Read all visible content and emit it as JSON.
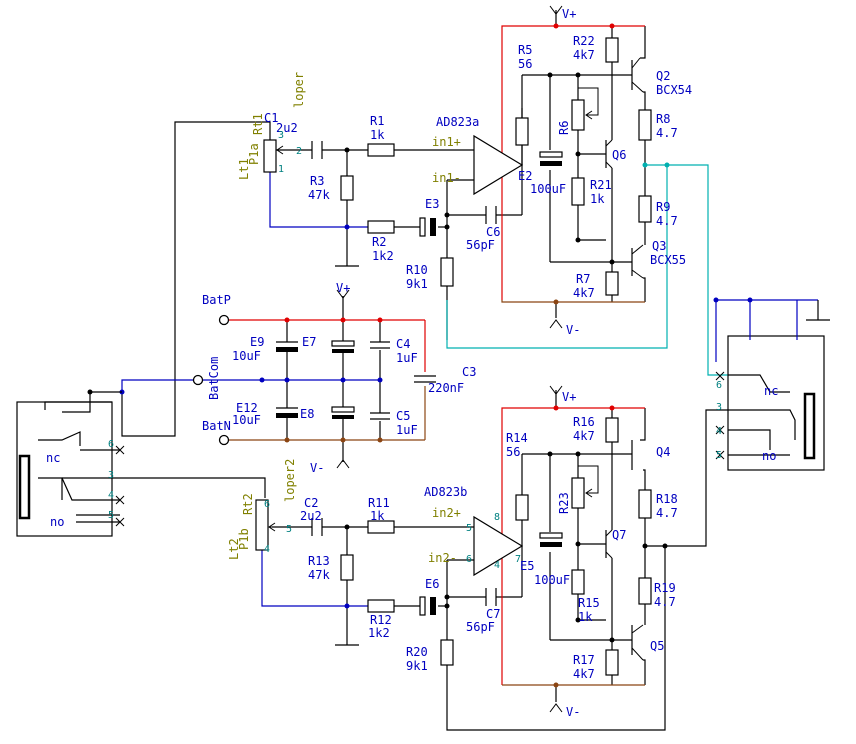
{
  "colors": {
    "wire_black": "#000000",
    "wire_blue": "#0000c0",
    "rail_red": "#e00000",
    "rail_brown": "#8b4513",
    "wire_cyan": "#00b0b0",
    "label_blue": "#0000c0",
    "net_olive": "#808000",
    "pin_teal": "#008080"
  },
  "power": {
    "vpos": "V+",
    "vneg": "V-"
  },
  "battery": {
    "batp": "BatP",
    "batcom": "BatCom",
    "batn": "BatN"
  },
  "parts": {
    "R1": {
      "ref": "R1",
      "value": "1k"
    },
    "R2": {
      "ref": "R2",
      "value": "1k2"
    },
    "R3": {
      "ref": "R3",
      "value": "47k"
    },
    "R5": {
      "ref": "R5",
      "value": "56"
    },
    "R6": {
      "ref": "R6",
      "value": ""
    },
    "R7": {
      "ref": "R7",
      "value": "4k7"
    },
    "R8": {
      "ref": "R8",
      "value": "4.7"
    },
    "R9": {
      "ref": "R9",
      "value": "4.7"
    },
    "R10": {
      "ref": "R10",
      "value": "9k1"
    },
    "R11": {
      "ref": "R11",
      "value": "1k"
    },
    "R12": {
      "ref": "R12",
      "value": "1k2"
    },
    "R13": {
      "ref": "R13",
      "value": "47k"
    },
    "R14": {
      "ref": "R14",
      "value": "56"
    },
    "R15": {
      "ref": "R15",
      "value": "1k"
    },
    "R16": {
      "ref": "R16",
      "value": "4k7"
    },
    "R17": {
      "ref": "R17",
      "value": "4k7"
    },
    "R18": {
      "ref": "R18",
      "value": "4.7"
    },
    "R19": {
      "ref": "R19",
      "value": "4.7"
    },
    "R20": {
      "ref": "R20",
      "value": "9k1"
    },
    "R21": {
      "ref": "R21",
      "value": "1k"
    },
    "R22": {
      "ref": "R22",
      "value": "4k7"
    },
    "R23": {
      "ref": "R23",
      "value": ""
    },
    "C1": {
      "ref": "C1",
      "value": "2u2"
    },
    "C2": {
      "ref": "C2",
      "value": "2u2"
    },
    "C3": {
      "ref": "C3",
      "value": "220nF"
    },
    "C4": {
      "ref": "C4",
      "value": "1uF"
    },
    "C5": {
      "ref": "C5",
      "value": "1uF"
    },
    "C6": {
      "ref": "C6",
      "value": "56pF"
    },
    "C7": {
      "ref": "C7",
      "value": "56pF"
    },
    "E2": {
      "ref": "E2",
      "value": "100uF"
    },
    "E3": {
      "ref": "E3",
      "value": ""
    },
    "E5": {
      "ref": "E5",
      "value": "100uF"
    },
    "E6": {
      "ref": "E6",
      "value": ""
    },
    "E7": {
      "ref": "E7",
      "value": ""
    },
    "E8": {
      "ref": "E8",
      "value": ""
    },
    "E9": {
      "ref": "E9",
      "value": "10uF"
    },
    "E12": {
      "ref": "E12",
      "value": "10uF"
    },
    "Q2": {
      "ref": "Q2",
      "value": "BCX54"
    },
    "Q3": {
      "ref": "Q3",
      "value": "BCX55"
    },
    "Q4": {
      "ref": "Q4",
      "value": ""
    },
    "Q5": {
      "ref": "Q5",
      "value": ""
    },
    "Q6": {
      "ref": "Q6",
      "value": ""
    },
    "Q7": {
      "ref": "Q7",
      "value": ""
    },
    "U1": {
      "ref": "AD823a",
      "value": ""
    },
    "U2": {
      "ref": "AD823b",
      "value": ""
    },
    "P1": {
      "ref": "P1a",
      "value": ""
    },
    "P2": {
      "ref": "P1b",
      "value": ""
    }
  },
  "nets": {
    "in1p": "in1+",
    "in1m": "in1-",
    "in2p": "in2+",
    "in2m": "in2-",
    "lt1": "Lt1",
    "rt1": "Rt1",
    "lt2": "Lt2",
    "rt2": "Rt2",
    "loper1": "loper",
    "loper2": "loper2"
  },
  "pins": {
    "p1": "1",
    "p2": "2",
    "p3": "3",
    "p4": "4",
    "p5": "5",
    "p6": "6",
    "p7": "7",
    "p8": "8"
  },
  "jacks": {
    "left": {
      "nc": "nc",
      "no": "no"
    },
    "right": {
      "nc": "nc",
      "no": "no"
    }
  }
}
